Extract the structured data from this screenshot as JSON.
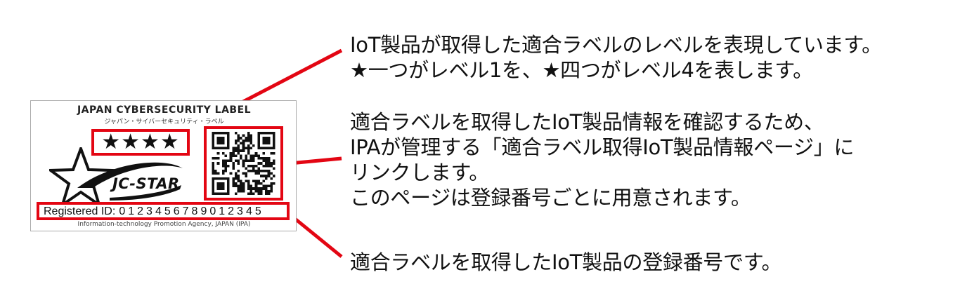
{
  "label": {
    "title": "JAPAN CYBERSECURITY LABEL",
    "subtitle": "ジャパン・サイバーセキュリティ・ラベル",
    "stars": "★★★★",
    "logo_text": "JC-STAR",
    "registered_prefix": "Registered ID:",
    "registered_number": "0123456789012345",
    "footer": "Information-technology Promotion Agency, JAPAN (IPA)"
  },
  "explanations": {
    "level": [
      "IoT製品が取得した適合ラベルのレベルを表現しています。",
      "★一つがレベル1を、★四つがレベル4を表します。"
    ],
    "qr": [
      "適合ラベルを取得したIoT製品情報を確認するため、",
      "IPAが管理する「適合ラベル取得IoT製品情報ページ」に",
      "リンクします。",
      "このページは登録番号ごとに用意されます。"
    ],
    "registration": [
      "適合ラベルを取得したIoT製品の登録番号です。"
    ]
  },
  "colors": {
    "highlight": "#e30613",
    "text": "#111111"
  }
}
